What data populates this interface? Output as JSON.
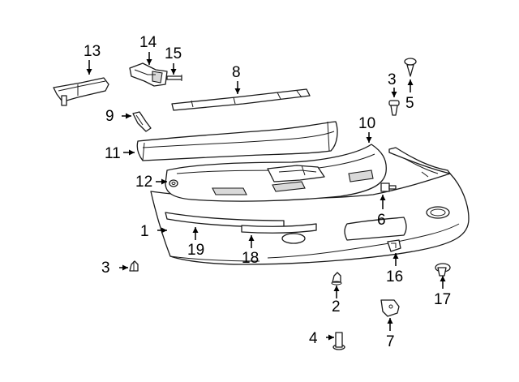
{
  "diagram": {
    "callouts": [
      {
        "id": "c1",
        "label": "1"
      },
      {
        "id": "c2",
        "label": "2"
      },
      {
        "id": "c3a",
        "label": "3"
      },
      {
        "id": "c3b",
        "label": "3"
      },
      {
        "id": "c4",
        "label": "4"
      },
      {
        "id": "c5",
        "label": "5"
      },
      {
        "id": "c6",
        "label": "6"
      },
      {
        "id": "c7",
        "label": "7"
      },
      {
        "id": "c8",
        "label": "8"
      },
      {
        "id": "c9",
        "label": "9"
      },
      {
        "id": "c10",
        "label": "10"
      },
      {
        "id": "c11",
        "label": "11"
      },
      {
        "id": "c12",
        "label": "12"
      },
      {
        "id": "c13",
        "label": "13"
      },
      {
        "id": "c14",
        "label": "14"
      },
      {
        "id": "c15",
        "label": "15"
      },
      {
        "id": "c16",
        "label": "16"
      },
      {
        "id": "c17",
        "label": "17"
      },
      {
        "id": "c18",
        "label": "18"
      },
      {
        "id": "c19",
        "label": "19"
      }
    ]
  }
}
